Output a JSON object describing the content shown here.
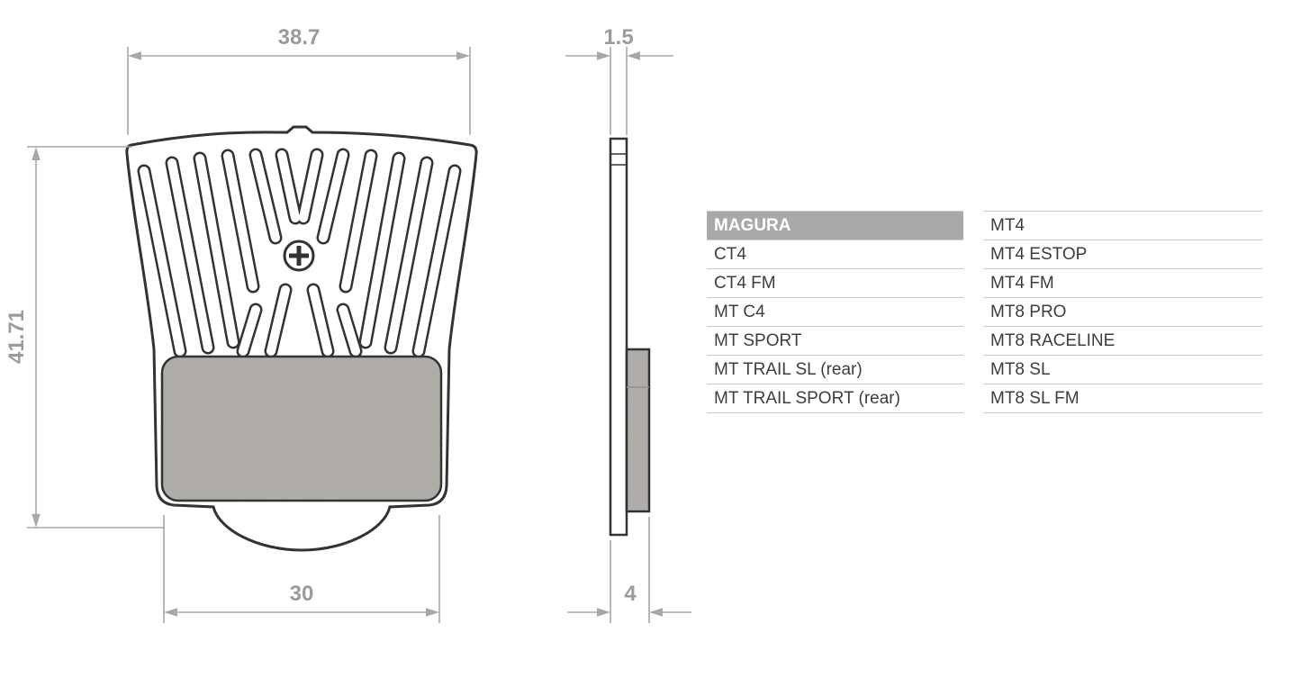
{
  "diagram": {
    "front_view": {
      "width_label": "38.7",
      "height_label": "41.71",
      "pad_width_label": "30"
    },
    "side_view": {
      "plate_thickness_label": "1.5",
      "total_thickness_label": "4"
    }
  },
  "table": {
    "brand": "MAGURA",
    "left_models": [
      "CT4",
      "CT4 FM",
      "MT C4",
      "MT SPORT",
      "MT TRAIL SL (rear)",
      "MT TRAIL SPORT (rear)"
    ],
    "right_models": [
      "MT4",
      "MT4 ESTOP",
      "MT4 FM",
      "MT8 PRO",
      "MT8 RACELINE",
      "MT8 SL",
      "MT8 SL FM"
    ]
  },
  "colors": {
    "outline": "#333333",
    "pad_fill": "#b5b2ad",
    "dimension_lines": "#a7a7a7",
    "dimension_text": "#9b9b9b",
    "table_header_bg": "#a9a9a9",
    "table_header_text": "#ffffff",
    "table_text": "#3d3d3d",
    "table_divider": "#cbcbcb"
  }
}
